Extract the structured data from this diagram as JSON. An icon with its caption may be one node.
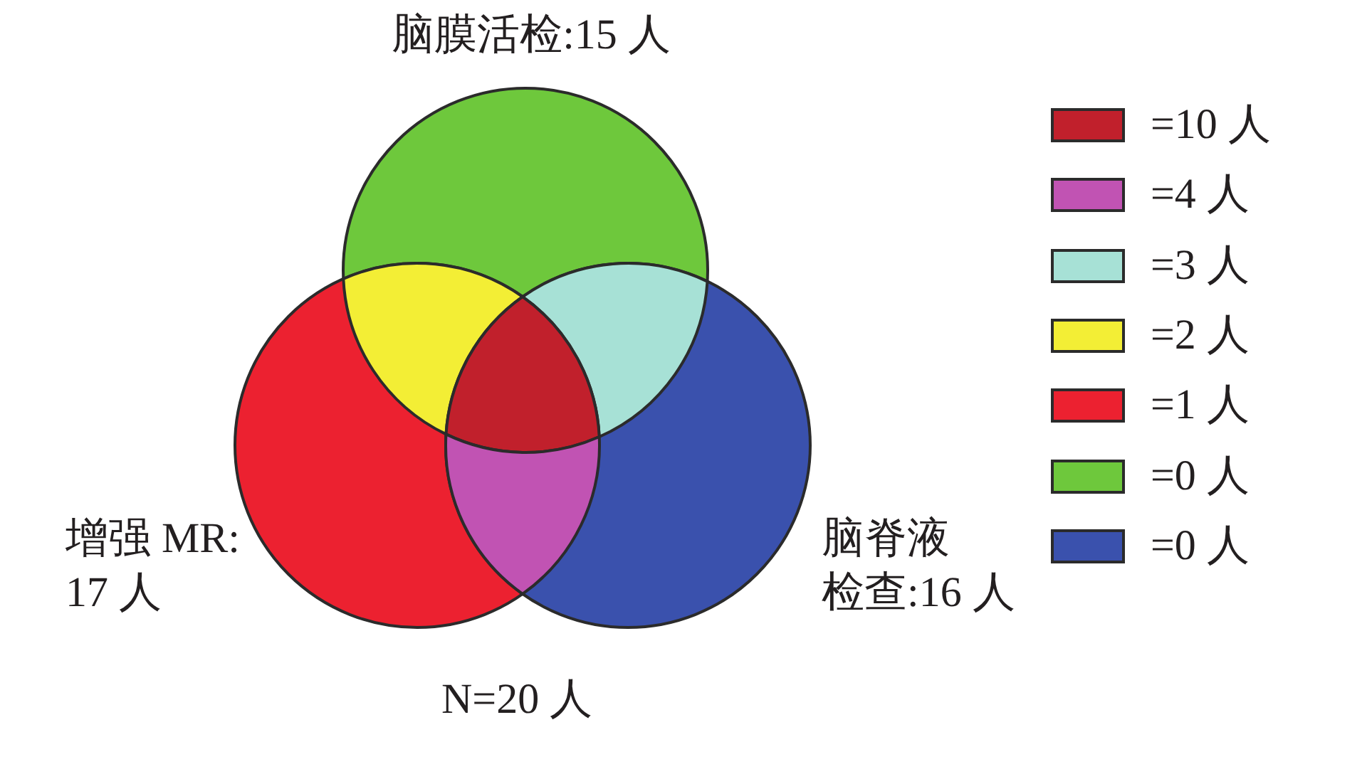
{
  "diagram": {
    "nodes": [
      {
        "text": [
          "脑膜活检:15 人"
        ]
      },
      {
        "text": [
          "增强 MR:17 人"
        ]
      },
      {
        "text": [
          "脑脊液检查:16 人"
        ]
      },
      {
        "text": [],
        "shape": "region"
      },
      {
        "text": [],
        "shape": "region"
      },
      {
        "text": [],
        "shape": "region"
      },
      {
        "text": [],
        "shape": "region"
      }
    ],
    "labels": [
      "N=20 人"
    ],
    "legend": [
      {
        "text": "=10 人",
        "color": "#c1202c"
      },
      {
        "text": "=4 人",
        "color": "#c153b3"
      },
      {
        "text": "=3 人",
        "color": "#a7e1d6"
      },
      {
        "text": "=2 人",
        "color": "#f3ee35"
      },
      {
        "text": "=1 人",
        "color": "#ec2130"
      },
      {
        "text": "=0 人",
        "color": "#6ec83c"
      },
      {
        "text": "=0 人",
        "color": "#3a51ad"
      }
    ]
  }
}
